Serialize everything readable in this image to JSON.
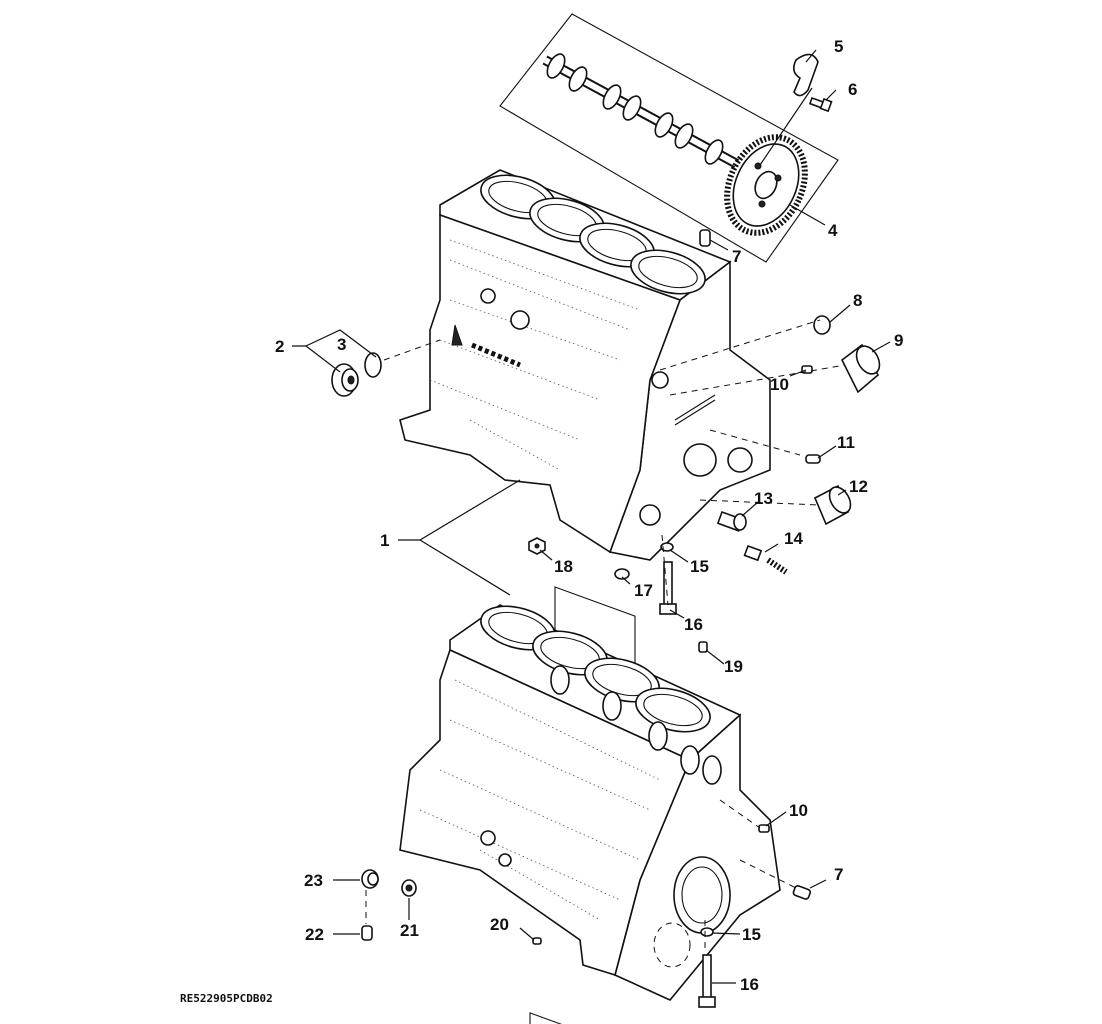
{
  "diagram": {
    "reference_code": "RE522905PCDB02",
    "callouts": [
      {
        "id": "c1",
        "text": "1"
      },
      {
        "id": "c2",
        "text": "2"
      },
      {
        "id": "c3",
        "text": "3"
      },
      {
        "id": "c4",
        "text": "4"
      },
      {
        "id": "c5",
        "text": "5"
      },
      {
        "id": "c6",
        "text": "6"
      },
      {
        "id": "c7a",
        "text": "7"
      },
      {
        "id": "c7b",
        "text": "7"
      },
      {
        "id": "c8",
        "text": "8"
      },
      {
        "id": "c9",
        "text": "9"
      },
      {
        "id": "c10a",
        "text": "10"
      },
      {
        "id": "c10b",
        "text": "10"
      },
      {
        "id": "c11",
        "text": "11"
      },
      {
        "id": "c12",
        "text": "12"
      },
      {
        "id": "c13",
        "text": "13"
      },
      {
        "id": "c14",
        "text": "14"
      },
      {
        "id": "c15a",
        "text": "15"
      },
      {
        "id": "c15b",
        "text": "15"
      },
      {
        "id": "c16a",
        "text": "16"
      },
      {
        "id": "c16b",
        "text": "16"
      },
      {
        "id": "c17",
        "text": "17"
      },
      {
        "id": "c18",
        "text": "18"
      },
      {
        "id": "c19",
        "text": "19"
      },
      {
        "id": "c20",
        "text": "20"
      },
      {
        "id": "c21",
        "text": "21"
      },
      {
        "id": "c22",
        "text": "22"
      },
      {
        "id": "c23",
        "text": "23"
      }
    ]
  }
}
